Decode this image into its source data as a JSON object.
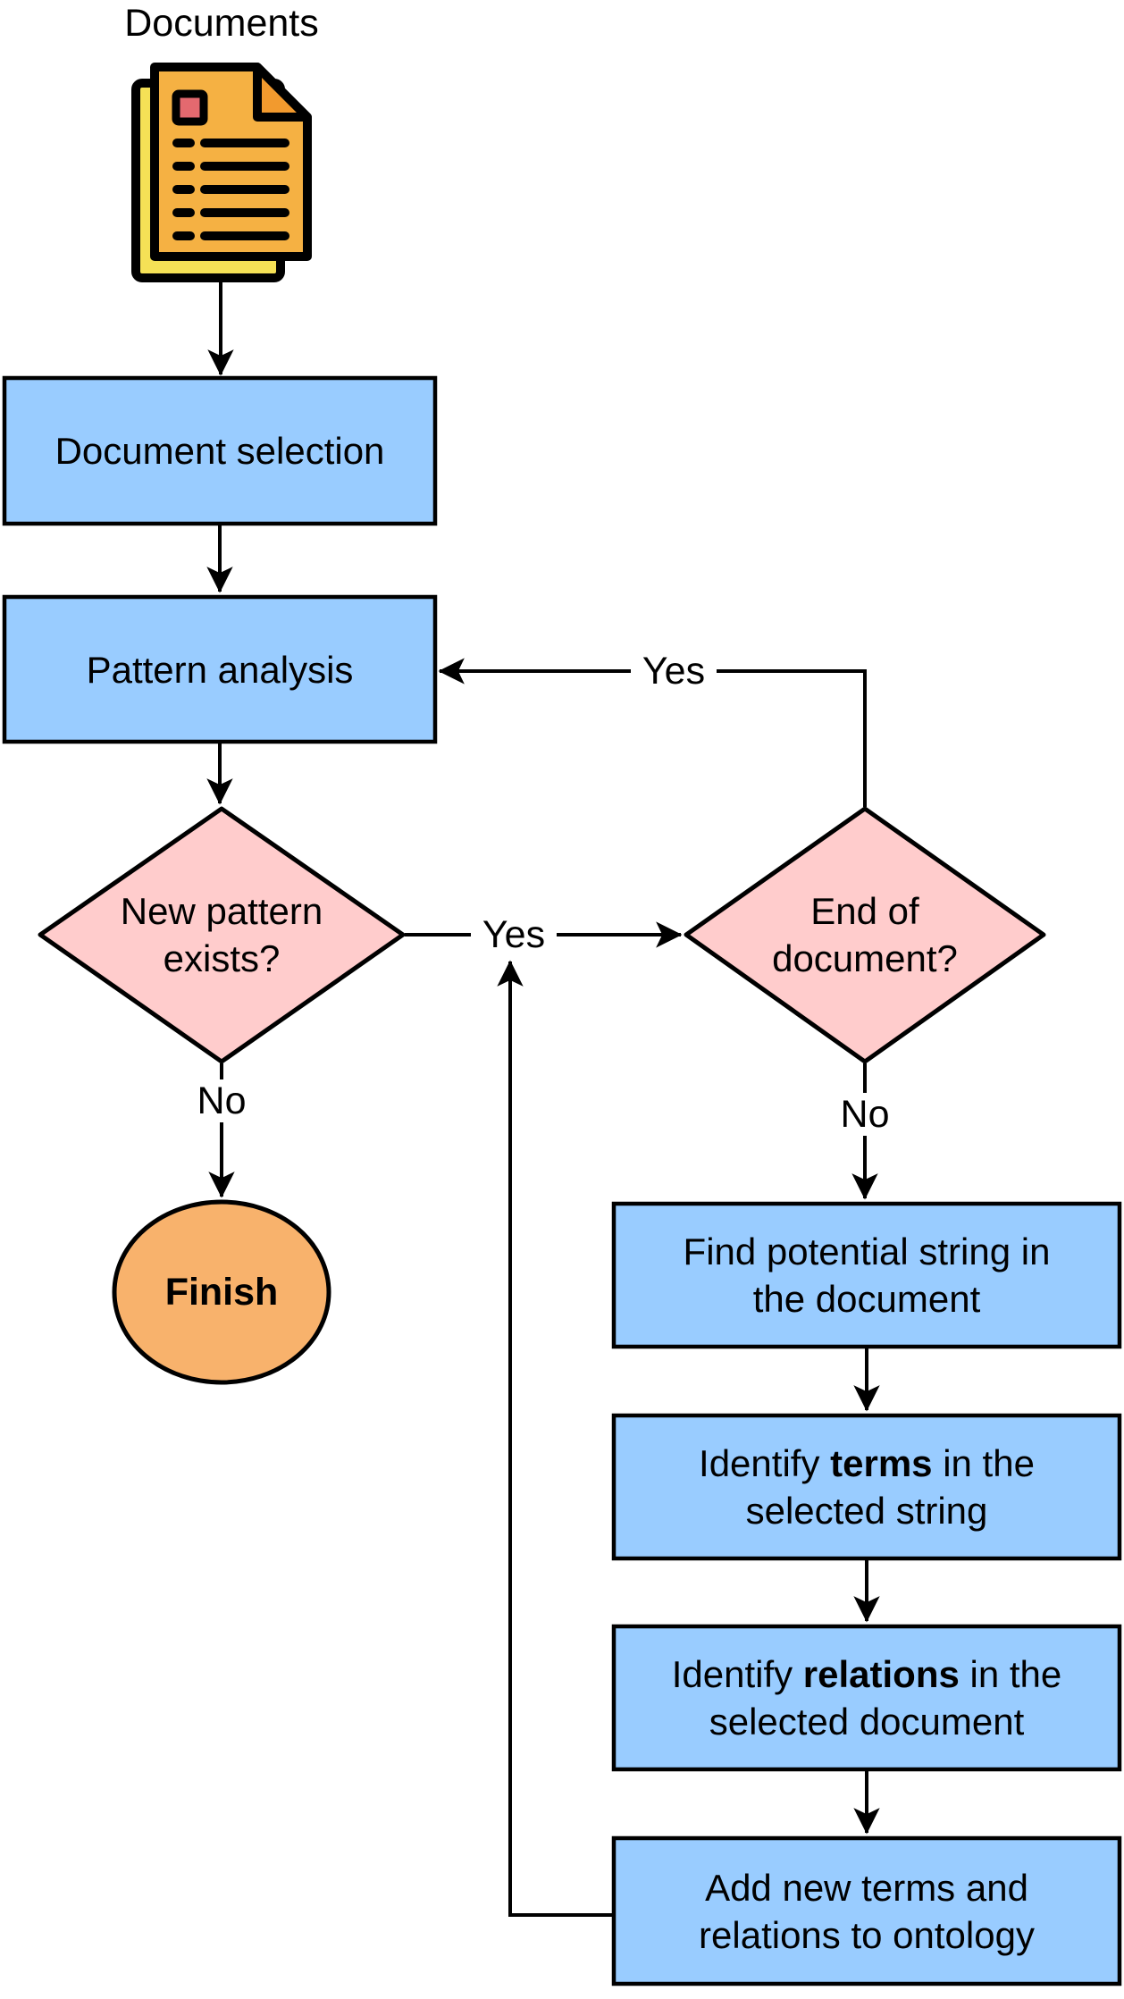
{
  "diagram": {
    "title": "Documents",
    "nodes": {
      "document_selection": {
        "label": "Document selection"
      },
      "pattern_analysis": {
        "label": "Pattern analysis"
      },
      "new_pattern_exists": {
        "line1": "New pattern",
        "line2": "exists?"
      },
      "end_of_document": {
        "line1": "End of",
        "line2": "document?"
      },
      "finish": {
        "label": "Finish"
      },
      "find_string": {
        "line1": "Find potential string in",
        "line2": "the document"
      },
      "identify_terms": {
        "line1_pre": "Identify",
        "line1_bold": "terms",
        "line1_post": "in the",
        "line2": "selected string"
      },
      "identify_relations": {
        "line1_pre": "Identify",
        "line1_bold": "relations",
        "line1_post": "in the",
        "line2": "selected document"
      },
      "add_to_ontology": {
        "line1": "Add new terms and",
        "line2": "relations to ontology"
      }
    },
    "edge_labels": {
      "yes_between_diamonds": "Yes",
      "yes_loop_to_pattern_analysis": "Yes",
      "no_to_finish": "No",
      "no_to_find_string": "No"
    },
    "colors": {
      "process_fill": "#99CCFF",
      "decision_fill": "#FFCCCC",
      "terminal_fill": "#F8B26C",
      "stroke": "#000000",
      "icon_front_page": "#F5B143",
      "icon_back_page": "#F5E156",
      "icon_fold": "#F29A2E",
      "icon_square": "#E4696F",
      "icon_outline": "#000000"
    }
  }
}
